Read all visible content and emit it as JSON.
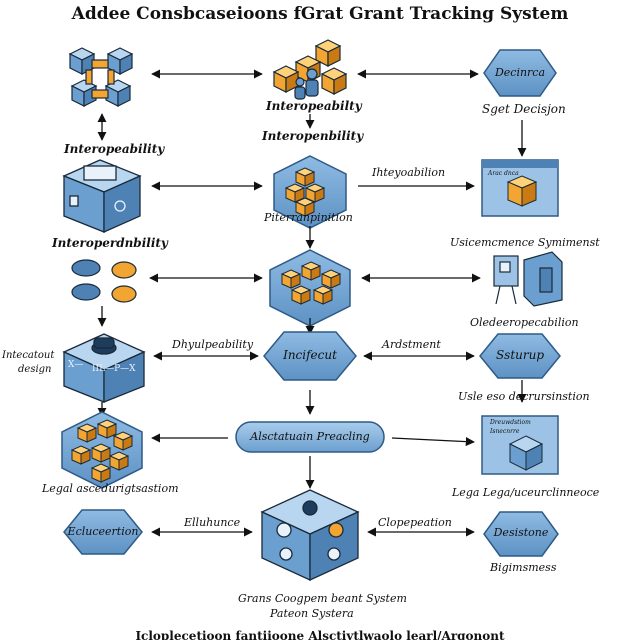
{
  "title": "Addee Consbcaseioons fGrat Grant Tracking System",
  "labels": {
    "r1_center": "Interopeabilty",
    "r1_right": "Sget Decisjon",
    "r1_right_box": "Decinrca",
    "r2_left": "Interopeability",
    "r2_center": "Interopenbility",
    "r2_mid_arrow": "Ihteyoabilion",
    "r2_center_below": "Piterranpinition",
    "r3_left": "Interoperdnbility",
    "r3_right": "Usicemcmence Symimenst",
    "r3_right_below": "Oledeeropecabilion",
    "r4_left_a": "Intecatout",
    "r4_left_b": "design",
    "r4_arrow_left": "Dhyulpeability",
    "r4_center": "Incifecut",
    "r4_arrow_right": "Ardstment",
    "r4_right": "Ssturup",
    "r4_right_below": "Usle eso decrursinstion",
    "r5_center": "Alsctatuain Preacling",
    "r5_left_below": "Legal ascedurigtsastiom",
    "r5_right_below": "Lega Lega/uceurclinneoce",
    "r5_right_box_a": "Dreuwdstiom",
    "r5_right_box_b": "Isnecnrre",
    "r6_left": "Ecluceertion",
    "r6_arrow_left": "Elluhunce",
    "r6_arrow_right": "Clopepeation",
    "r6_right": "Desistone",
    "r6_right_below": "Bigimsmess",
    "bottom_a": "Grans Coogpem beant System",
    "bottom_b": "Pateon Systera",
    "footer": "Icloplecetioon fantiioone Alsctiytlwaolo learl/Argonont",
    "panel_r2": "Arac dnca",
    "cube_sym_a": "X—",
    "cube_sym_b": "IIL—P—X"
  },
  "colors": {
    "blue_fill": "#6a9fcf",
    "blue_light": "#9cc3e6",
    "blue_dark": "#2e5a86",
    "orange": "#f2a531",
    "orange_dark": "#c97a12",
    "outline": "#1a2a3a"
  }
}
